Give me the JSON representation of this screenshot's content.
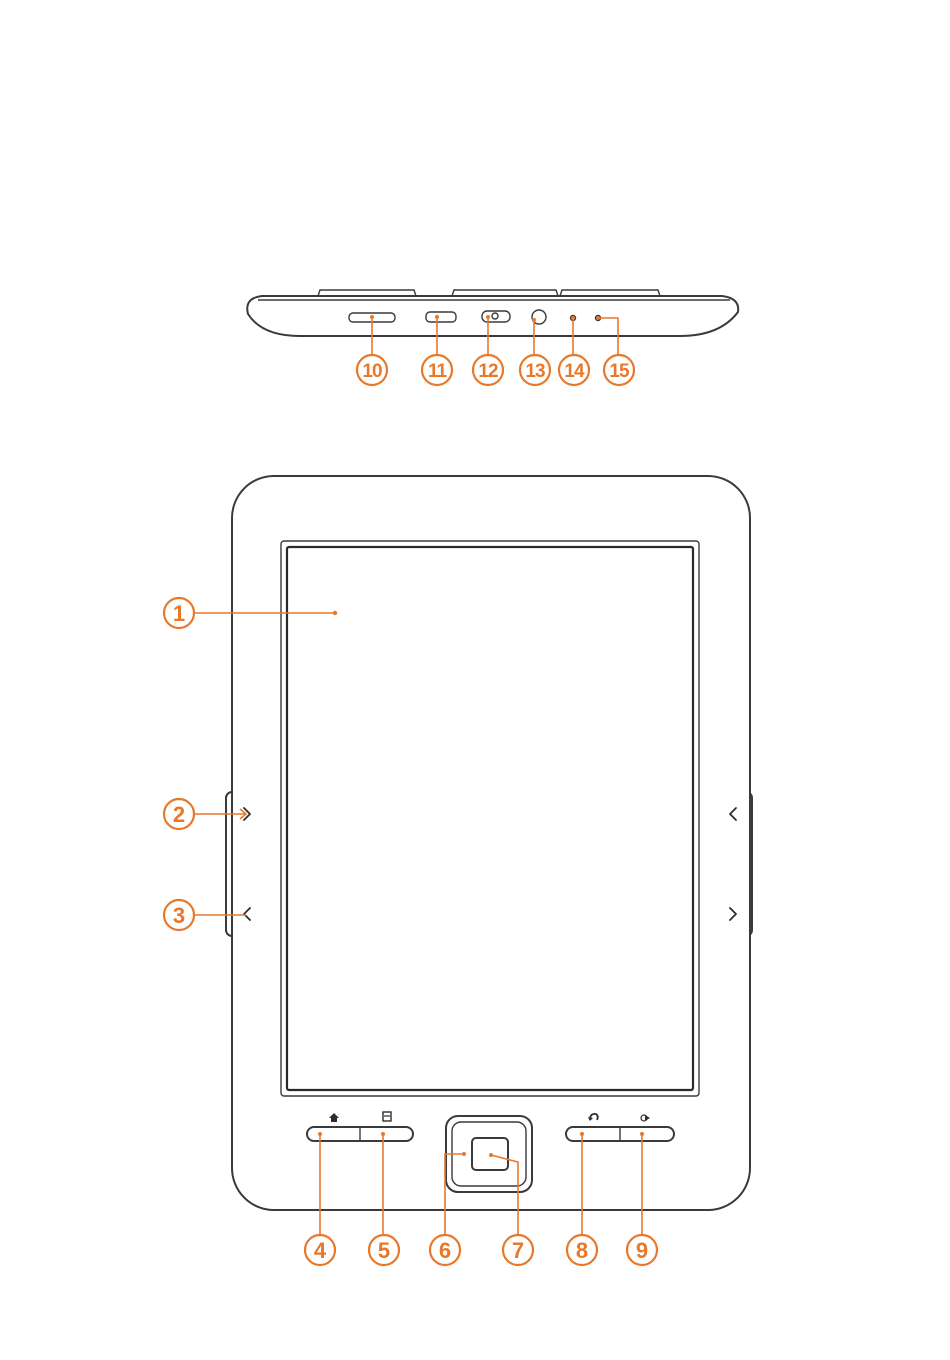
{
  "callouts": {
    "screen": "1",
    "prev_page_left": "2",
    "next_page_left": "3",
    "home_key": "4",
    "menu_key": "5",
    "dpad": "6",
    "ok_key": "7",
    "back_key": "8",
    "rotate_key": "9",
    "sd_slot": "10",
    "usb_port": "11",
    "power_switch": "12",
    "earphone_jack": "13",
    "indicator_1": "14",
    "indicator_2": "15"
  },
  "colors": {
    "callout_accent": "#e8782a",
    "device_outline": "#3a3a3a"
  },
  "icons": {
    "home_key": "home-icon",
    "menu_key": "menu-icon",
    "back_key": "back-arrow-icon",
    "rotate_key": "rotate-icon"
  }
}
